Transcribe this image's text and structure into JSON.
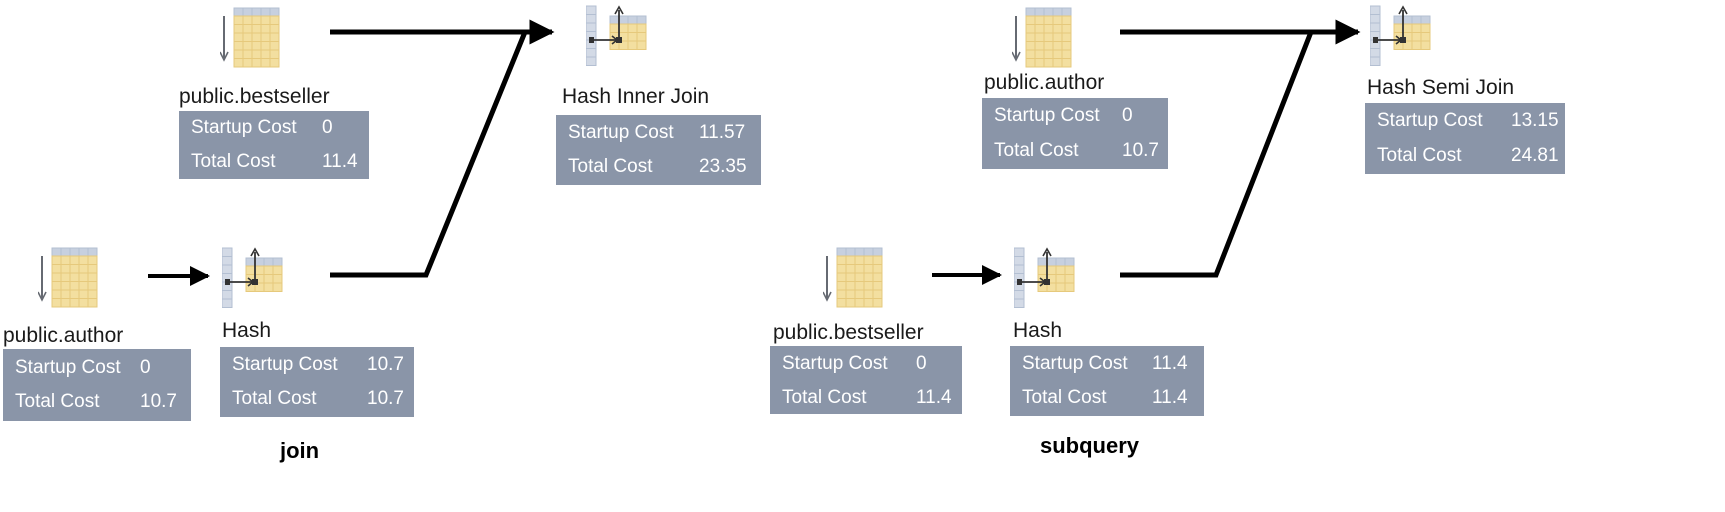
{
  "panels": {
    "join": {
      "caption": "join",
      "nodes": {
        "bestseller": {
          "label": "public.bestseller",
          "icon": "table-scan-icon",
          "rows": [
            {
              "label": "Startup Cost",
              "value": "0"
            },
            {
              "label": "Total Cost",
              "value": "11.4"
            }
          ]
        },
        "author": {
          "label": "public.author",
          "icon": "table-scan-icon",
          "rows": [
            {
              "label": "Startup Cost",
              "value": "0"
            },
            {
              "label": "Total Cost",
              "value": "10.7"
            }
          ]
        },
        "hash": {
          "label": "Hash",
          "icon": "hash-icon",
          "rows": [
            {
              "label": "Startup Cost",
              "value": "10.7"
            },
            {
              "label": "Total Cost",
              "value": "10.7"
            }
          ]
        },
        "join": {
          "label": "Hash Inner Join",
          "icon": "hash-join-icon",
          "rows": [
            {
              "label": "Startup Cost",
              "value": "11.57"
            },
            {
              "label": "Total Cost",
              "value": "23.35"
            }
          ]
        }
      }
    },
    "subquery": {
      "caption": "subquery",
      "nodes": {
        "author": {
          "label": "public.author",
          "icon": "table-scan-icon",
          "rows": [
            {
              "label": "Startup Cost",
              "value": "0"
            },
            {
              "label": "Total Cost",
              "value": "10.7"
            }
          ]
        },
        "bestseller": {
          "label": "public.bestseller",
          "icon": "table-scan-icon",
          "rows": [
            {
              "label": "Startup Cost",
              "value": "0"
            },
            {
              "label": "Total Cost",
              "value": "11.4"
            }
          ]
        },
        "hash": {
          "label": "Hash",
          "icon": "hash-icon",
          "rows": [
            {
              "label": "Startup Cost",
              "value": "11.4"
            },
            {
              "label": "Total Cost",
              "value": "11.4"
            }
          ]
        },
        "join": {
          "label": "Hash Semi Join",
          "icon": "hash-join-icon",
          "rows": [
            {
              "label": "Startup Cost",
              "value": "13.15"
            },
            {
              "label": "Total Cost",
              "value": "24.81"
            }
          ]
        }
      }
    }
  },
  "colors": {
    "box_bg": "#8a95a8",
    "box_text": "#ffffff",
    "table_fill": "#f3dfa0",
    "table_grid": "#b3bfd2",
    "edge": "#000000"
  }
}
